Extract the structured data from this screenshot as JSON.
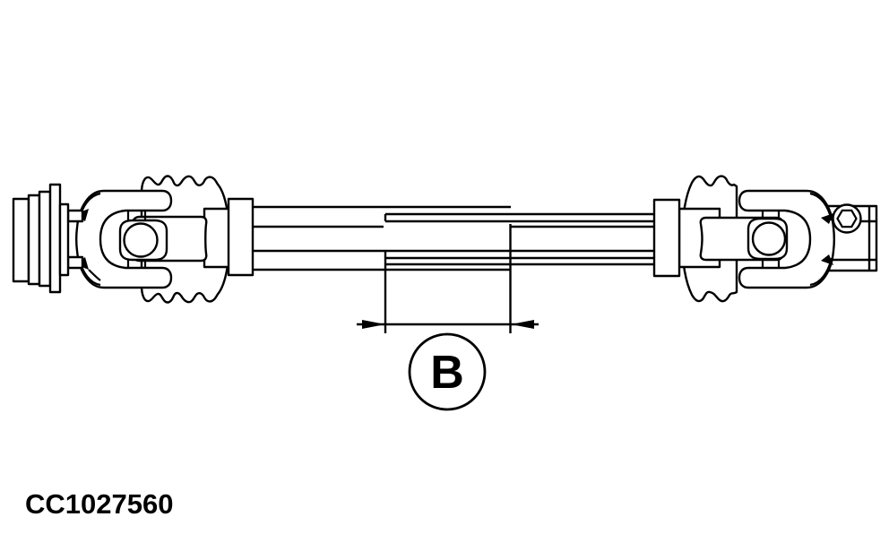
{
  "figure": {
    "caption": "CC1027560",
    "dimension_label": "B",
    "background_color": "#ffffff",
    "line_color": "#000000",
    "description": "Technical line drawing of a telescoping drive shaft with universal joints at both ends, bellows guards, circled dimension B marking the tube overlap, and figure code at bottom left"
  }
}
